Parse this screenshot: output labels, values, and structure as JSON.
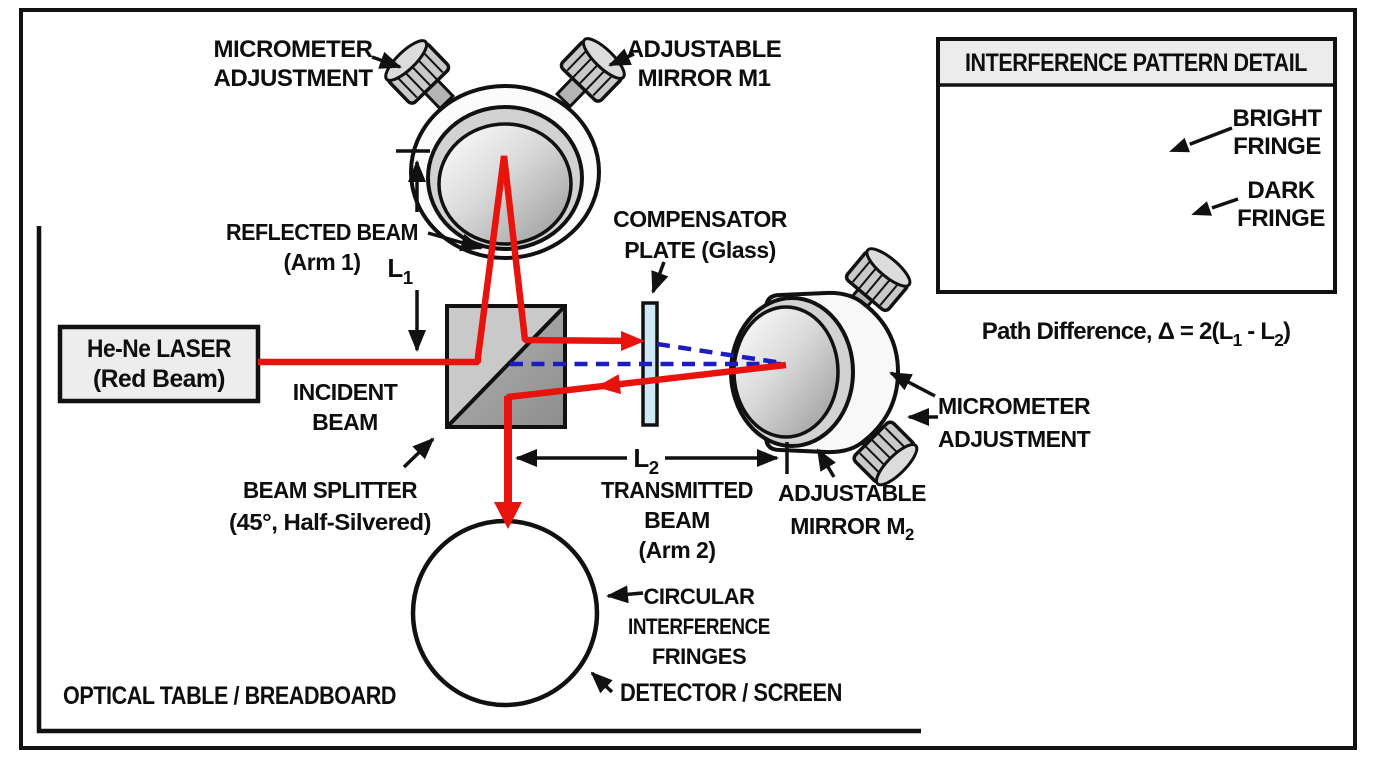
{
  "colors": {
    "beam_red": "#e8130d",
    "virtual_beam_blue": "#1c1cc0",
    "fringe_red": "#d51100",
    "fringe_dark": "#230000",
    "component_gray": "#c9c9c9"
  },
  "laser": {
    "line1": "He-Ne LASER",
    "line2": "(Red Beam)"
  },
  "labels": {
    "micrometer_m1": {
      "line1": "MICROMETER",
      "line2": "ADJUSTMENT"
    },
    "adjustable_m1": {
      "line1": "ADJUSTABLE",
      "line2": "MIRROR M1"
    },
    "reflected_beam": {
      "line1": "REFLECTED BEAM",
      "line2": "(Arm 1)"
    },
    "arm1_length": {
      "base": "L",
      "sub": "1"
    },
    "incident_beam": {
      "line1": "INCIDENT",
      "line2": "BEAM"
    },
    "beam_splitter": {
      "line1": "BEAM SPLITTER",
      "line2": "(45°, Half-Silvered)"
    },
    "compensator": {
      "line1": "COMPENSATOR",
      "line2": "PLATE (Glass)"
    },
    "micrometer_m2": {
      "line1": "MICROMETER",
      "line2": "ADJUSTMENT"
    },
    "adjustable_m2": {
      "line1": "ADJUSTABLE",
      "line2_base": "MIRROR M",
      "line2_sub": "2"
    },
    "arm2_length": {
      "base": "L",
      "sub": "2"
    },
    "transmitted_beam": {
      "line1": "TRANSMITTED",
      "line2": "BEAM",
      "line3": "(Arm 2)"
    },
    "circular_fringes": {
      "line1": "CIRCULAR",
      "line2": "INTERFERENCE",
      "line3": "FRINGES"
    },
    "detector": "DETECTOR / SCREEN",
    "optical_table": "OPTICAL TABLE / BREADBOARD"
  },
  "inset": {
    "title": "INTERFERENCE PATTERN DETAIL",
    "bright_fringe": {
      "line1": "BRIGHT",
      "line2": "FRINGE"
    },
    "dark_fringe": {
      "line1": "DARK",
      "line2": "FRINGE"
    },
    "formula": {
      "p1": "Path Difference, Δ = 2(L",
      "sub1": "1",
      "p2": " - L",
      "sub2": "2",
      "p3": ")"
    }
  }
}
